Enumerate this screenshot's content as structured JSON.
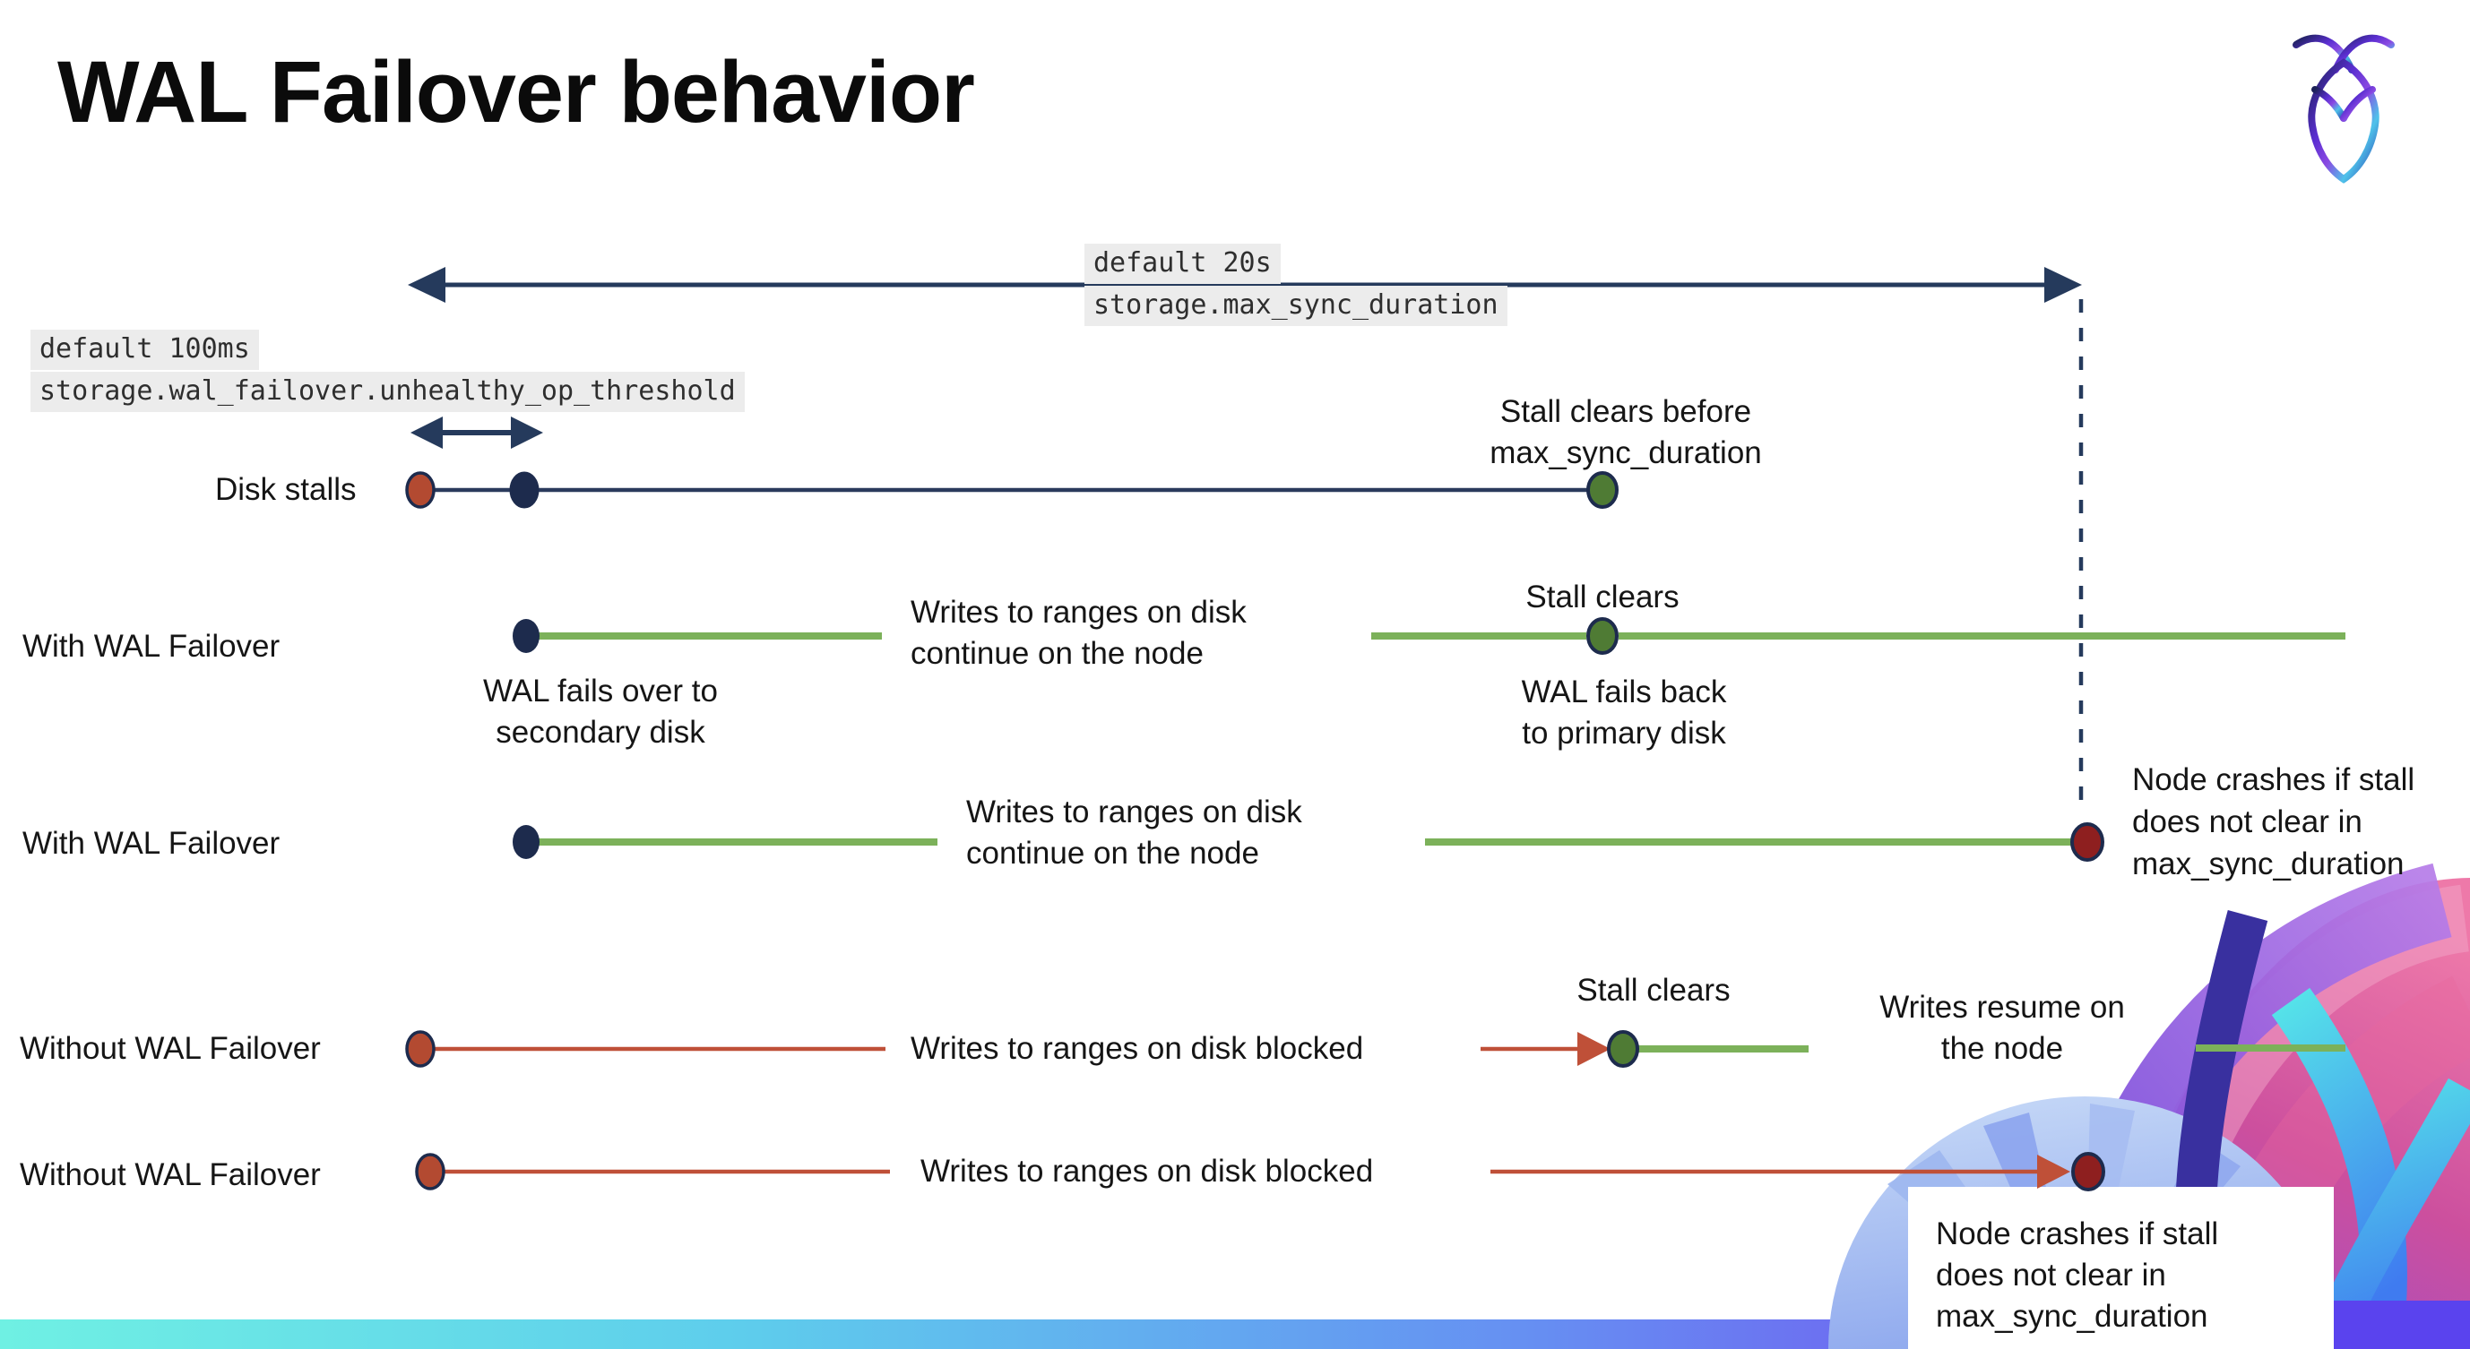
{
  "page": {
    "title": "WAL Failover behavior"
  },
  "logo": {
    "name": "cockroachdb-logo"
  },
  "settings_callouts": {
    "max_sync_duration": {
      "default_label": "default 20s",
      "setting_name": "storage.max_sync_duration"
    },
    "unhealthy_op_threshold": {
      "default_label": "default 100ms",
      "setting_name": "storage.wal_failover.unhealthy_op_threshold"
    }
  },
  "rows": {
    "disk_stalls": {
      "label": "Disk stalls"
    },
    "with_wal_failover_1": {
      "label": "With WAL Failover"
    },
    "with_wal_failover_2": {
      "label": "With WAL Failover"
    },
    "without_wal_failover_1": {
      "label": "Without WAL Failover"
    },
    "without_wal_failover_2": {
      "label": "Without WAL Failover"
    }
  },
  "annotations": {
    "stall_clears_before_max_sync": "Stall clears before\nmax_sync_duration",
    "wal_fails_over": "WAL fails over to\nsecondary disk",
    "writes_continue_1": "Writes to ranges on disk\ncontinue on the node",
    "stall_clears_1": "Stall clears",
    "wal_fails_back": "WAL fails  back\nto primary disk",
    "writes_continue_2": "Writes to ranges on disk\ncontinue on the node",
    "node_crashes_top": "Node crashes if stall\ndoes not clear in\nmax_sync_duration",
    "writes_blocked_1": "Writes to ranges on disk  blocked",
    "stall_clears_2": "Stall clears",
    "writes_resume": "Writes resume on\nthe node",
    "writes_blocked_2": "Writes to ranges on disk  blocked",
    "node_crashes_bottom": "Node crashes if stall\ndoes not clear in\nmax_sync_duration"
  },
  "palette": {
    "navy": "#253a5c",
    "navy_dot": "#1d2b4d",
    "green_line": "#7cb15a",
    "green_dot": "#4f7b34",
    "red_line": "#bf5038",
    "red_dot": "#b34a31",
    "dark_red_dot": "#8e1f1f",
    "code_background": "#ececec",
    "footer_gradient_left": "#6ff0e3",
    "footer_gradient_right": "#5a43ee"
  }
}
